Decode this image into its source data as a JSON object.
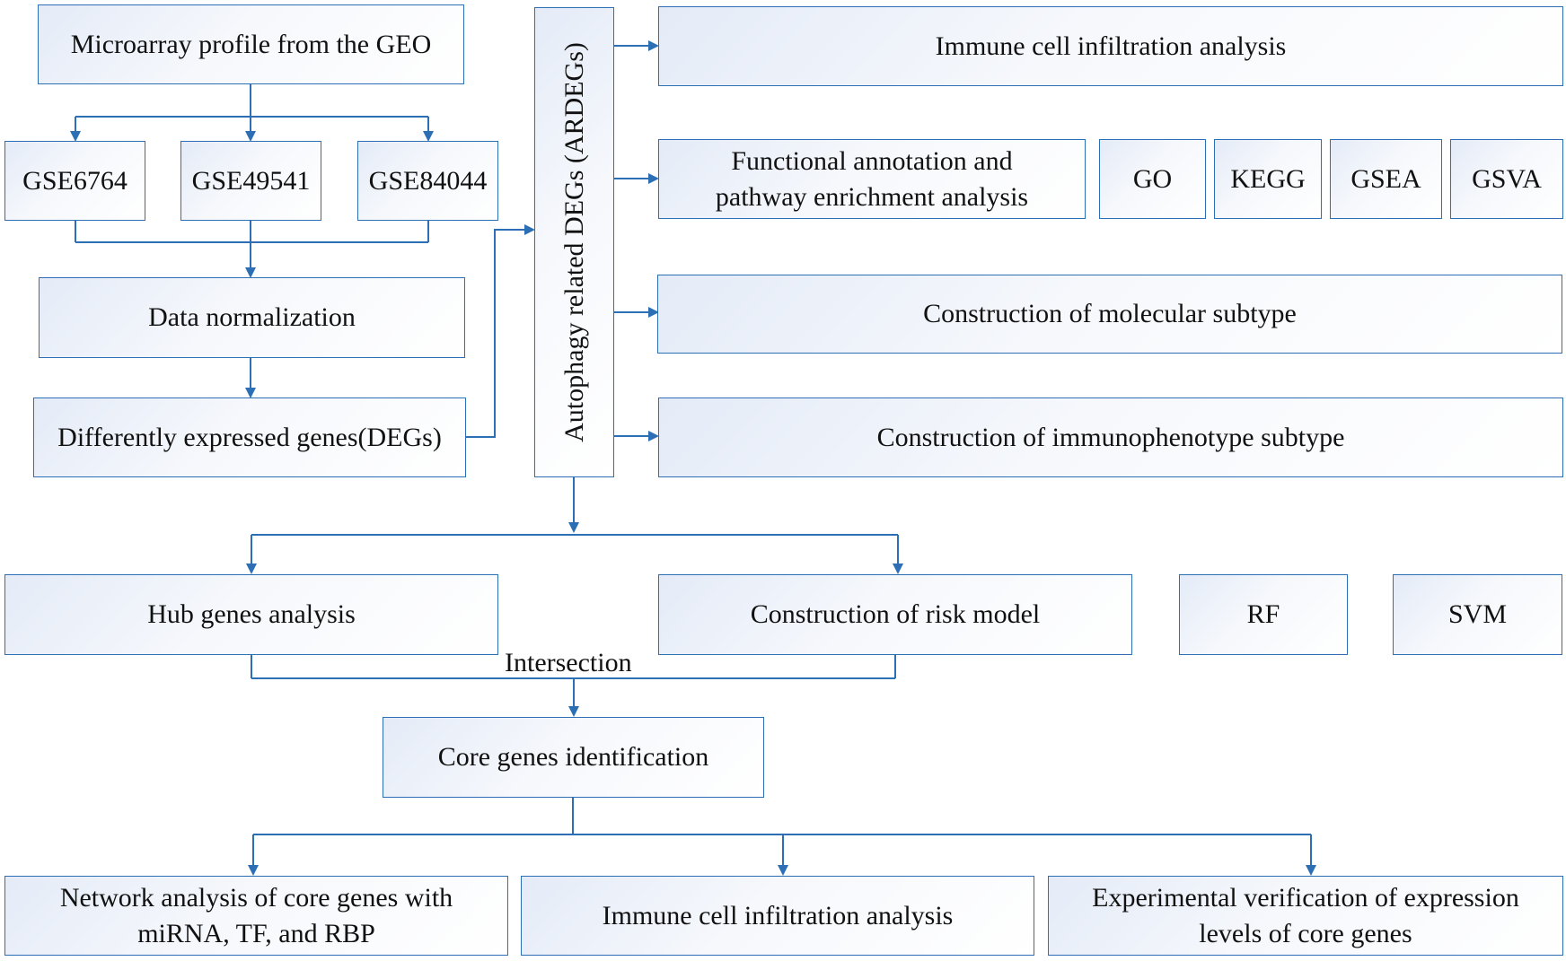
{
  "top": {
    "source": "Microarray profile from the GEO",
    "datasets": [
      "GSE6764",
      "GSE49541",
      "GSE84044"
    ],
    "normalization": "Data normalization",
    "degs": "Differently expressed genes(DEGs)"
  },
  "ardegs": "Autophagy related DEGs (ARDEGs)",
  "right": {
    "immune": "Immune cell infiltration analysis",
    "functional_line1": "Functional annotation and",
    "functional_line2": "pathway enrichment analysis",
    "methods": [
      "GO",
      "KEGG",
      "GSEA",
      "GSVA"
    ],
    "molecular": "Construction of molecular subtype",
    "immunophenotype": "Construction of immunophenotype subtype"
  },
  "middle": {
    "hub": "Hub genes analysis",
    "risk": "Construction of risk model",
    "rf": "RF",
    "svm": "SVM",
    "intersection": "Intersection",
    "core": "Core genes identification"
  },
  "bottom": {
    "network_line1": "Network analysis of core genes with",
    "network_line2": "miRNA, TF, and RBP",
    "immune": "Immune cell infiltration analysis",
    "experimental_line1": "Experimental verification of expression",
    "experimental_line2": "levels of core genes"
  },
  "colors": {
    "line": "#2c6fb5",
    "box_border": "#2c6fb5",
    "text": "#111111"
  }
}
